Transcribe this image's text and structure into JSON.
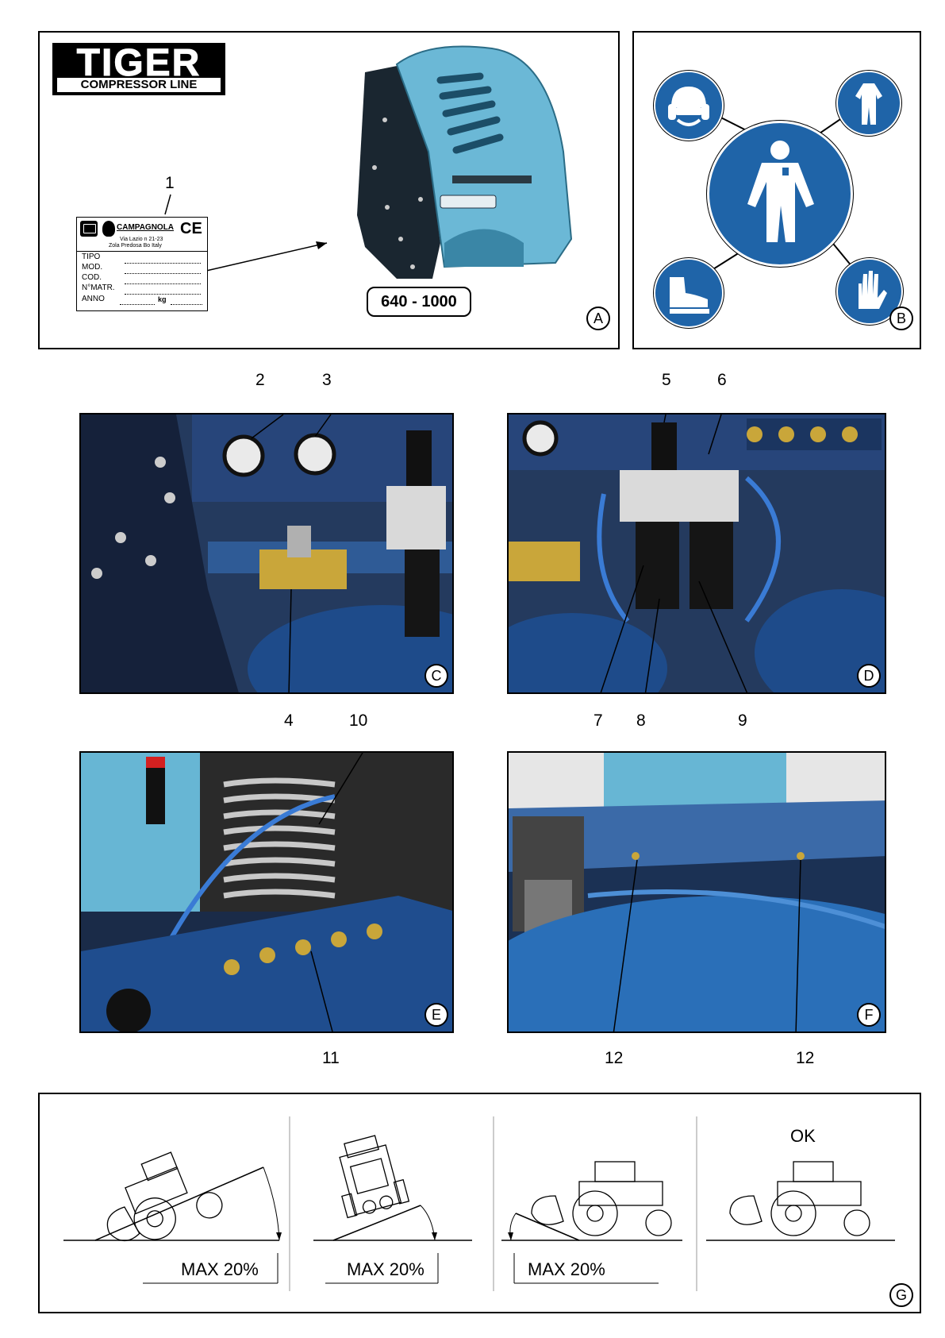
{
  "panel_a": {
    "brand": "TIGER",
    "brand_sub": "COMPRESSOR LINE",
    "plate": {
      "maker": "CAMPAGNOLA",
      "ce_mark": "CE",
      "address_1": "Via Lazio n 21-23",
      "address_2": "Zola Predosa Bo Italy",
      "fields": [
        "TIPO",
        "MOD.",
        "COD.",
        "N°MATR.",
        "ANNO"
      ],
      "unit": "kg"
    },
    "model_range": "640 - 1000",
    "label": "A",
    "callout": "1"
  },
  "panel_b": {
    "label": "B",
    "icons": [
      "ear-and-eye-protection-icon",
      "overalls-icon",
      "person-icon",
      "safety-boot-icon",
      "safety-glove-icon"
    ],
    "colors": {
      "sign_blue": "#1f64a8"
    }
  },
  "photos": {
    "c": {
      "label": "C",
      "callouts_top": [
        "2",
        "3"
      ],
      "callouts_bottom": [
        "4"
      ]
    },
    "d": {
      "label": "D",
      "callouts_top": [
        "5",
        "6"
      ],
      "callouts_bottom": [
        "7",
        "8",
        "9"
      ]
    },
    "e": {
      "label": "E",
      "callouts_top": [
        "10"
      ],
      "callouts_bottom": [
        "11"
      ]
    },
    "f": {
      "label": "F",
      "callouts_bottom": [
        "12",
        "12"
      ]
    }
  },
  "panel_g": {
    "label": "G",
    "ok_text": "OK",
    "max_texts": [
      "MAX 20%",
      "MAX 20%",
      "MAX 20%"
    ]
  },
  "colors": {
    "machine_blue": "#1b4f8c",
    "machine_light": "#67b6d4",
    "brass": "#c9a63a"
  }
}
